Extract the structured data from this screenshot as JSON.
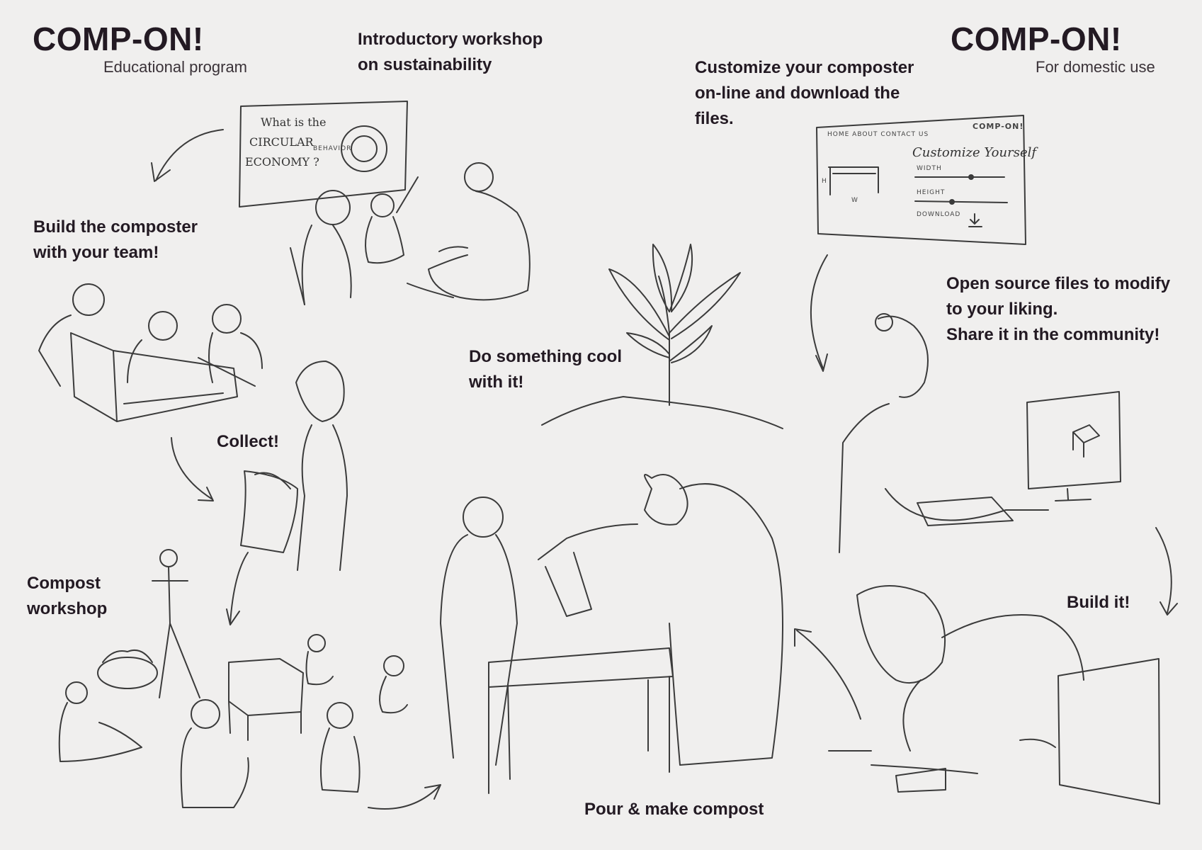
{
  "left": {
    "brand": "COMP-ON!",
    "subtitle": "Educational program"
  },
  "right": {
    "brand": "COMP-ON!",
    "subtitle": "For domestic use"
  },
  "captions": {
    "intro_workshop": "Introductory workshop\non sustainability",
    "build_team": "Build the composter\nwith your team!",
    "collect": "Collect!",
    "compost_workshop": "Compost\nworkshop",
    "do_cool": "Do something cool\nwith it!",
    "pour": "Pour & make compost",
    "customize": "Customize your composter\non-line and download the\nfiles.",
    "open_source": "Open source files to modify\nto your liking.\nShare it in the community!",
    "build_it": "Build it!"
  },
  "whiteboard": {
    "line1": "What is the",
    "line2": "CIRCULAR",
    "line3": "ECONOMY ?",
    "note": "BEHAVIOR"
  },
  "web_mockup": {
    "brand": "COMP-ON!",
    "nav": "HOME   ABOUT   CONTACT US",
    "heading": "Customize Yourself",
    "width_label": "WIDTH",
    "height_label": "HEIGHT",
    "download_label": "DOWNLOAD",
    "dim_h": "H",
    "dim_w": "W"
  }
}
